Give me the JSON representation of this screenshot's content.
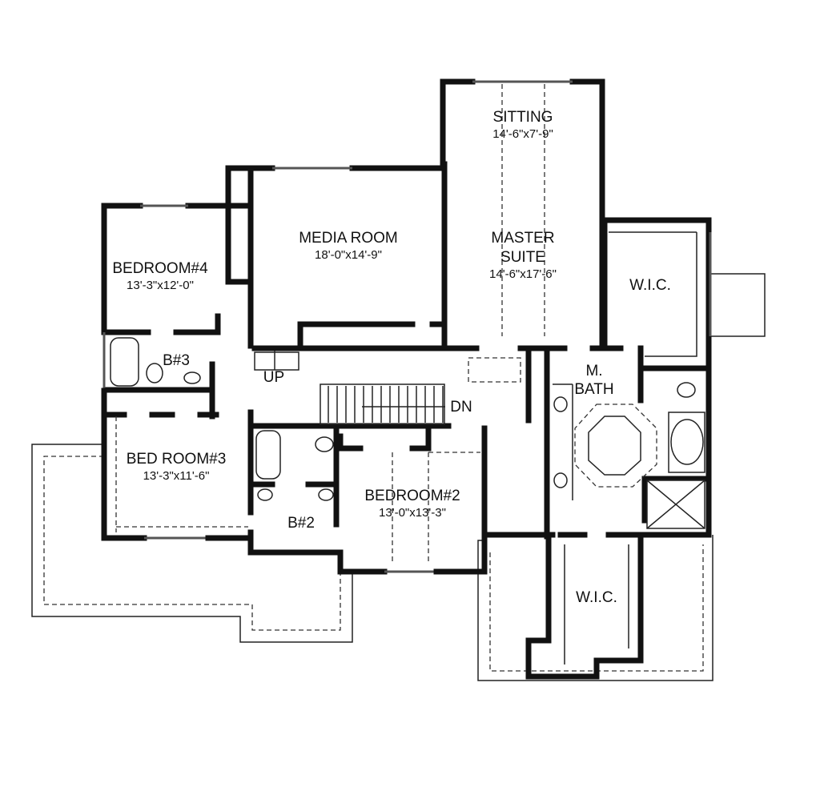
{
  "rooms": {
    "sitting": {
      "name": "SITTING",
      "size": "14'-6\"x7'-9\""
    },
    "media_room": {
      "name": "MEDIA  ROOM",
      "size": "18'-0\"x14'-9\""
    },
    "master_suite": {
      "name_line1": "MASTER",
      "name_line2": "SUITE",
      "size": "14'-6\"x17'-6\""
    },
    "wic_upper": {
      "name": "W.I.C."
    },
    "bedroom4": {
      "name": "BEDROOM#4",
      "size": "13'-3\"x12'-0\""
    },
    "bath3": {
      "name": "B#3"
    },
    "master_bath": {
      "name_line1": "M.",
      "name_line2": "BATH"
    },
    "stair_up": {
      "name": "UP"
    },
    "stair_down": {
      "name": "DN"
    },
    "bedroom3": {
      "name": "BED ROOM#3",
      "size": "13'-3\"x11'-6\""
    },
    "bath2": {
      "name": "B#2"
    },
    "bedroom2": {
      "name": "BEDROOM#2",
      "size": "13'-0\"x13'-3\""
    },
    "wic_lower": {
      "name": "W.I.C."
    }
  }
}
